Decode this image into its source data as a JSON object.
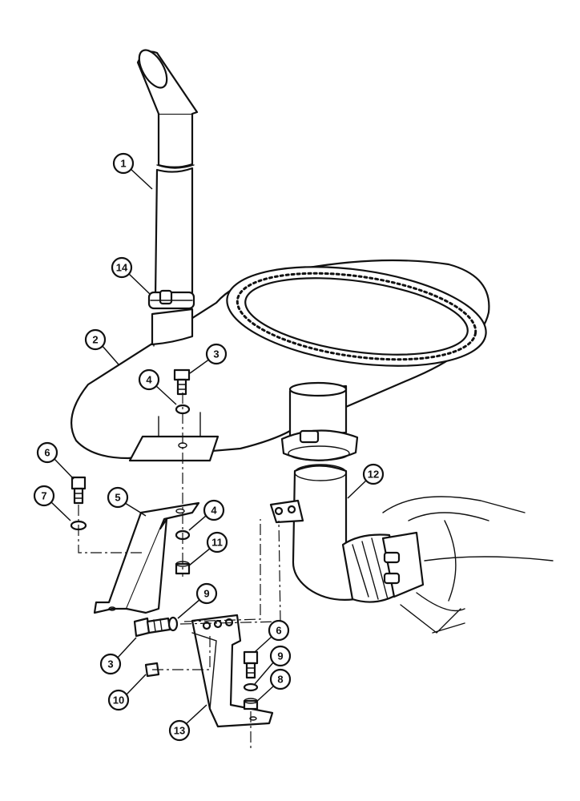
{
  "callouts": {
    "c1": "1",
    "c2": "2",
    "c3a": "3",
    "c3b": "3",
    "c4a": "4",
    "c4b": "4",
    "c5": "5",
    "c6a": "6",
    "c6b": "6",
    "c7": "7",
    "c8": "8",
    "c9a": "9",
    "c9b": "9",
    "c10": "10",
    "c11": "11",
    "c12": "12",
    "c13": "13",
    "c14": "14"
  }
}
